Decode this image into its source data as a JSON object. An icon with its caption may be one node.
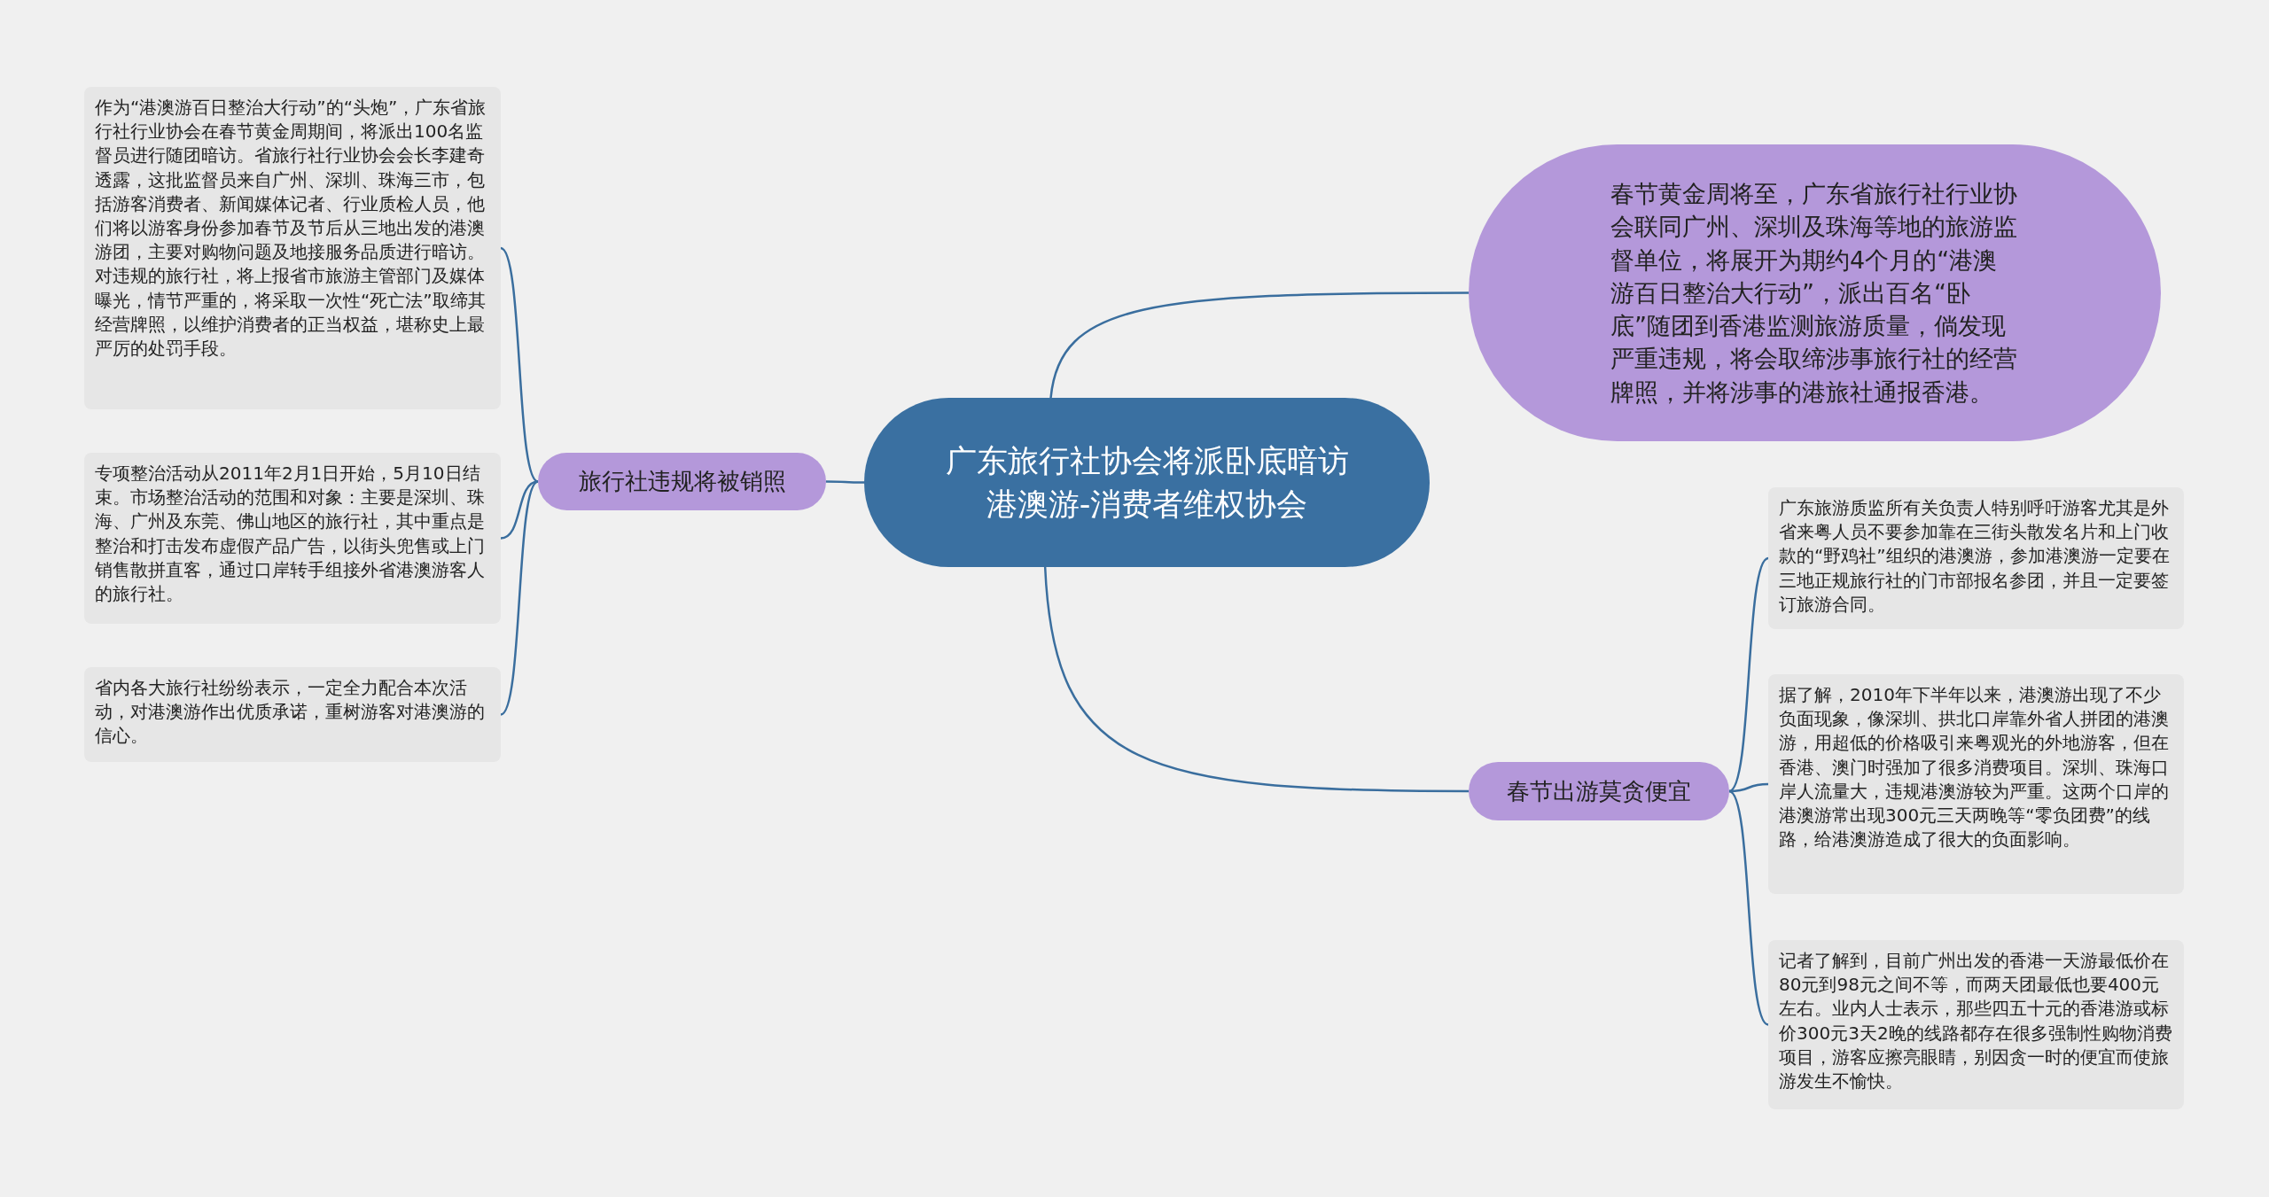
{
  "diagram": {
    "nodes": [
      {
        "text": [
          "广东旅行社协会将派卧底暗访港澳游-消费者维权协会"
        ]
      },
      {
        "text": [
          "春节黄金周将至，广东省旅行社行业协会联同广州、深圳及珠海等地的旅游监督单位，将展开为期约4个月的“港澳游百日整治大行动”，派出百名“卧底”随团到香港监测旅游质量，倘发现严重违规，将会取缔涉事旅行社的经营牌照，并将涉事的港旅社通报香港。"
        ]
      },
      {
        "text": [
          "旅行社违规将被销照"
        ]
      },
      {
        "text": [
          "作为“港澳游百日整治大行动”的“头炮”，广东省旅行社行业协会在春节黄金周期间，将派出100名监督员进行随团暗访。省旅行社行业协会会长李建奇透露，这批监督员来自广州、深圳、珠海三市，包括游客消费者、新闻媒体记者、行业质检人员，他们将以游客身份参加春节及节后从三地出发的港澳游团，主要对购物问题及地接服务品质进行暗访。对违规的旅行社，将上报省市旅游主管部门及媒体曝光，情节严重的，将采取一次性“死亡法”取缔其经营牌照，以维护消费者的正当权益，堪称史上最严厉的处罚手段。"
        ]
      },
      {
        "text": [
          "专项整治活动从2011年2月1日开始，5月10日结束。市场整治活动的范围和对象：主要是深圳、珠海、广州及东莞、佛山地区的旅行社，其中重点是整治和打击发布虚假产品广告，以街头兜售或上门销售散拼直客，通过口岸转手组接外省港澳游客人的旅行社。"
        ]
      },
      {
        "text": [
          "省内各大旅行社纷纷表示，一定全力配合本次活动，对港澳游作出优质承诺，重树游客对港澳游的信心。"
        ]
      },
      {
        "text": [
          "春节出游莫贪便宜"
        ]
      },
      {
        "text": [
          "广东旅游质监所有关负责人特别呼吁游客尤其是外省来粤人员不要参加靠在三街头散发名片和上门收款的“野鸡社”组织的港澳游，参加港澳游一定要在三地正规旅行社的门市部报名参团，并且一定要签订旅游合同。"
        ]
      },
      {
        "text": [
          "据了解，2010年下半年以来，港澳游出现了不少负面现象，像深圳、拱北口岸靠外省人拼团的港澳游，用超低的价格吸引来粤观光的外地游客，但在香港、澳门时强加了很多消费项目。深圳、珠海口岸人流量大，违规港澳游较为严重。这两个口岸的港澳游常出现300元三天两晚等“零负团费”的线路，给港澳游造成了很大的负面影响。"
        ]
      },
      {
        "text": [
          "记者了解到，目前广州出发的香港一天游最低价在80元到98元之间不等，而两天团最低也要400元左右。业内人士表示，那些四五十元的香港游或标价300元3天2晚的线路都存在很多强制性购物消费项目，游客应擦亮眼睛，别因贪一时的便宜而使旅游发生不愉快。"
        ]
      }
    ],
    "edges": [
      {
        "from": 0,
        "to": 1,
        "arrow": "none"
      },
      {
        "from": 0,
        "to": 2,
        "arrow": "none"
      },
      {
        "from": 0,
        "to": 6,
        "arrow": "none"
      },
      {
        "from": 2,
        "to": 3,
        "arrow": "none"
      },
      {
        "from": 2,
        "to": 4,
        "arrow": "none"
      },
      {
        "from": 2,
        "to": 5,
        "arrow": "none"
      },
      {
        "from": 6,
        "to": 7,
        "arrow": "none"
      },
      {
        "from": 6,
        "to": 8,
        "arrow": "none"
      },
      {
        "from": 6,
        "to": 9,
        "arrow": "none"
      }
    ]
  }
}
